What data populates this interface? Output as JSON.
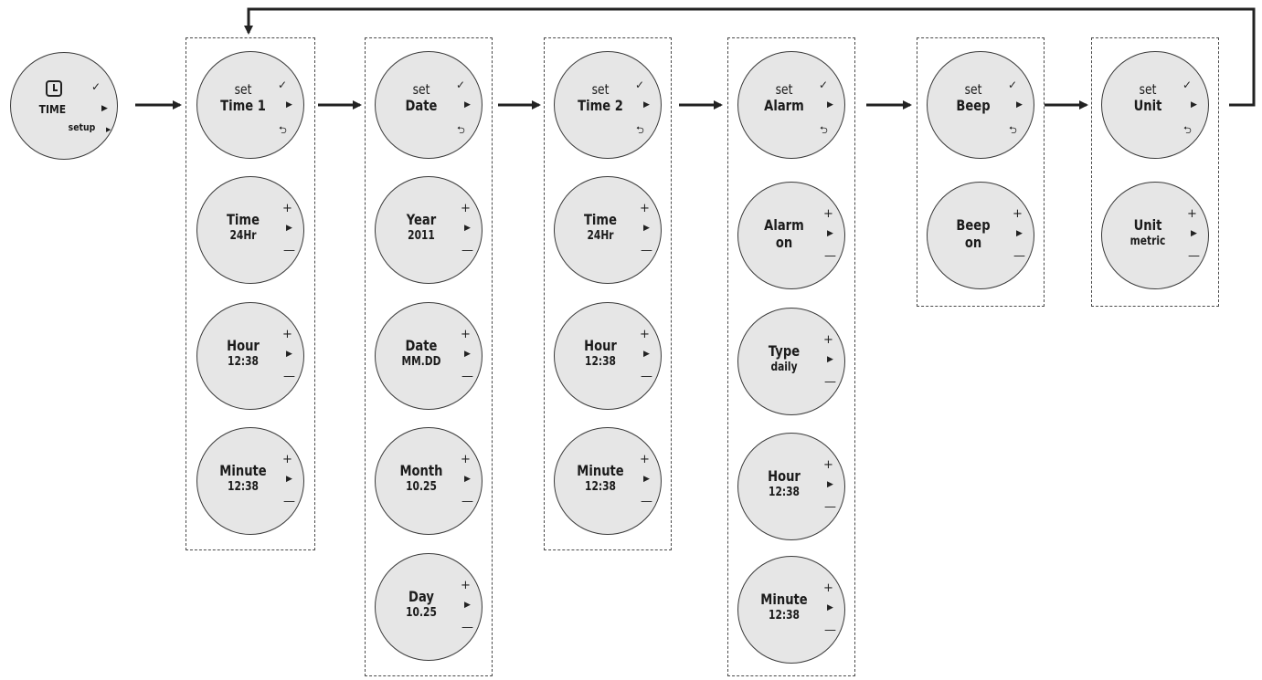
{
  "home": {
    "label": "TIME",
    "sub": "setup",
    "icon": "clock-icon"
  },
  "indicators": {
    "plus": "+",
    "minus": "—",
    "next": "▶",
    "confirm": "✓",
    "back": "⮌"
  },
  "groups": [
    {
      "id": "time1",
      "screens": [
        {
          "kind": "set",
          "line1": "set",
          "line2": "Time 1"
        },
        {
          "kind": "val",
          "line1": "Time",
          "line2": "24Hr"
        },
        {
          "kind": "val",
          "line1": "Hour",
          "line2": "12:38"
        },
        {
          "kind": "val",
          "line1": "Minute",
          "line2": "12:38"
        }
      ]
    },
    {
      "id": "date",
      "screens": [
        {
          "kind": "set",
          "line1": "set",
          "line2": "Date"
        },
        {
          "kind": "val",
          "line1": "Year",
          "line2": "2011"
        },
        {
          "kind": "val",
          "line1": "Date",
          "line2": "MM.DD"
        },
        {
          "kind": "val",
          "line1": "Month",
          "line2": "10.25"
        },
        {
          "kind": "val",
          "line1": "Day",
          "line2": "10.25"
        }
      ]
    },
    {
      "id": "time2",
      "screens": [
        {
          "kind": "set",
          "line1": "set",
          "line2": "Time 2"
        },
        {
          "kind": "val",
          "line1": "Time",
          "line2": "24Hr"
        },
        {
          "kind": "val",
          "line1": "Hour",
          "line2": "12:38"
        },
        {
          "kind": "val",
          "line1": "Minute",
          "line2": "12:38"
        }
      ]
    },
    {
      "id": "alarm",
      "screens": [
        {
          "kind": "set",
          "line1": "set",
          "line2": "Alarm"
        },
        {
          "kind": "val",
          "line1": "Alarm",
          "line2": "on",
          "tall": true
        },
        {
          "kind": "val",
          "line1": "Type",
          "line2": "daily"
        },
        {
          "kind": "val",
          "line1": "Hour",
          "line2": "12:38"
        },
        {
          "kind": "val",
          "line1": "Minute",
          "line2": "12:38"
        }
      ]
    },
    {
      "id": "beep",
      "screens": [
        {
          "kind": "set",
          "line1": "set",
          "line2": "Beep"
        },
        {
          "kind": "val",
          "line1": "Beep",
          "line2": "on",
          "tall": true
        }
      ]
    },
    {
      "id": "unit",
      "screens": [
        {
          "kind": "set",
          "line1": "set",
          "line2": "Unit"
        },
        {
          "kind": "val",
          "line1": "Unit",
          "line2": "metric"
        }
      ]
    }
  ]
}
